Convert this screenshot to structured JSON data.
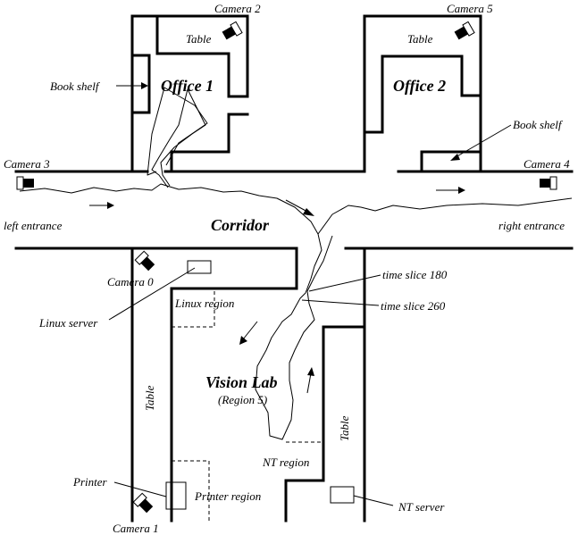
{
  "rooms": {
    "office1": "Office 1",
    "office2": "Office 2",
    "corridor": "Corridor",
    "vision_lab": "Vision Lab",
    "vision_lab_sub": "(Region 5)"
  },
  "cameras": {
    "c0": "Camera 0",
    "c1": "Camera 1",
    "c2": "Camera 2",
    "c3": "Camera 3",
    "c4": "Camera 4",
    "c5": "Camera 5"
  },
  "labels": {
    "table_office1": "Table",
    "table_office2": "Table",
    "bookshelf_office1": "Book shelf",
    "bookshelf_office2": "Book shelf",
    "left_entrance": "left entrance",
    "right_entrance": "right entrance",
    "time_slice_180": "time slice 180",
    "time_slice_260": "time slice 260",
    "linux_server": "Linux server",
    "linux_region": "Linux region",
    "table_lab_left": "Table",
    "table_lab_right": "Table",
    "nt_region": "NT region",
    "printer": "Printer",
    "printer_region": "Printer region",
    "nt_server": "NT server"
  }
}
